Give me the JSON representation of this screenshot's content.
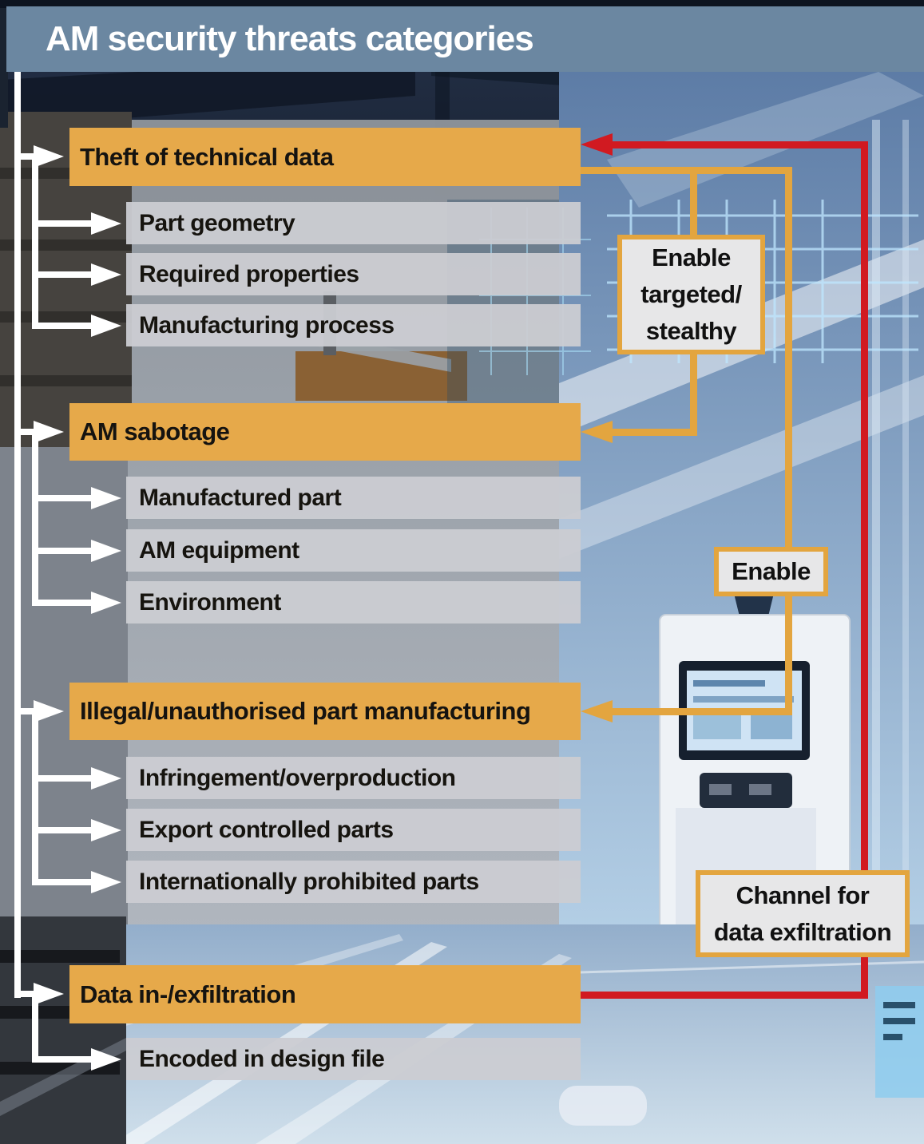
{
  "title": "AM security threats categories",
  "colors": {
    "header_blue": "#6b87a1",
    "category_yellow": "#e6a94a",
    "subitem_gray": "#cbccd1",
    "connector_gold": "#e3a53f",
    "connector_red": "#d11a21",
    "arrow_white": "#ffffff",
    "label_background": "#e7e7e8",
    "text_black": "#151310"
  },
  "sections": [
    {
      "label": "Theft of technical data",
      "items": [
        "Part geometry",
        "Required properties",
        "Manufacturing process"
      ]
    },
    {
      "label": "AM sabotage",
      "items": [
        "Manufactured part",
        "AM equipment",
        "Environment"
      ]
    },
    {
      "label": "Illegal/unauthorised part manufacturing",
      "items": [
        "Infringement/overproduction",
        "Export controlled parts",
        "Internationally prohibited parts"
      ]
    },
    {
      "label": "Data in-/exfiltration",
      "items": [
        "Encoded in design file"
      ]
    }
  ],
  "annotations": {
    "enable_targeted": {
      "lines": [
        "Enable",
        "targeted/",
        "stealthy"
      ]
    },
    "enable": {
      "lines": [
        "Enable"
      ]
    },
    "channel": {
      "lines": [
        "Channel for",
        "data exfiltration"
      ]
    }
  }
}
